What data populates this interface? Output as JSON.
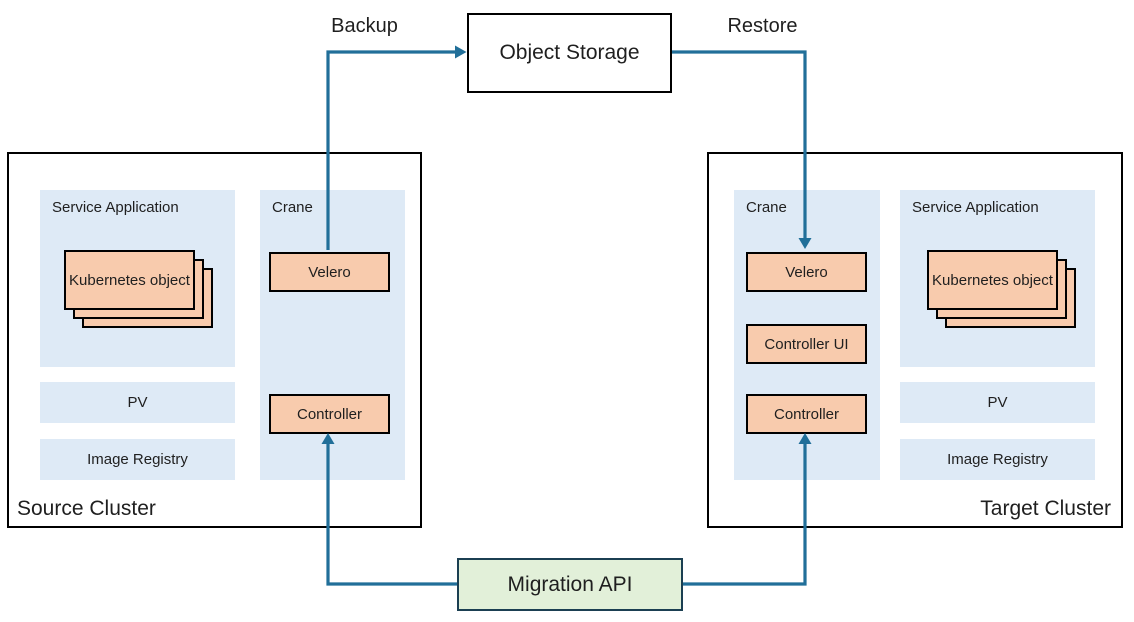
{
  "colors": {
    "panel_blue": "#deeaf6",
    "box_orange": "#f8cbad",
    "box_green": "#e2f0d9",
    "arrow": "#216f99",
    "green_border": "#1b3f52",
    "ink": "#1f1f1f"
  },
  "top": {
    "backup_label": "Backup",
    "restore_label": "Restore",
    "object_storage_label": "Object Storage"
  },
  "source_cluster": {
    "title": "Source Cluster",
    "service_application": {
      "label": "Service Application",
      "stack_label": "Kubernetes object"
    },
    "crane": {
      "label": "Crane",
      "boxes": [
        "Velero",
        "Controller"
      ]
    },
    "pv_label": "PV",
    "image_registry_label": "Image Registry"
  },
  "target_cluster": {
    "title": "Target Cluster",
    "crane": {
      "label": "Crane",
      "boxes": [
        "Velero",
        "Controller UI",
        "Controller"
      ]
    },
    "service_application": {
      "label": "Service Application",
      "stack_label": "Kubernetes object"
    },
    "pv_label": "PV",
    "image_registry_label": "Image Registry"
  },
  "bottom": {
    "migration_api_label": "Migration API"
  }
}
